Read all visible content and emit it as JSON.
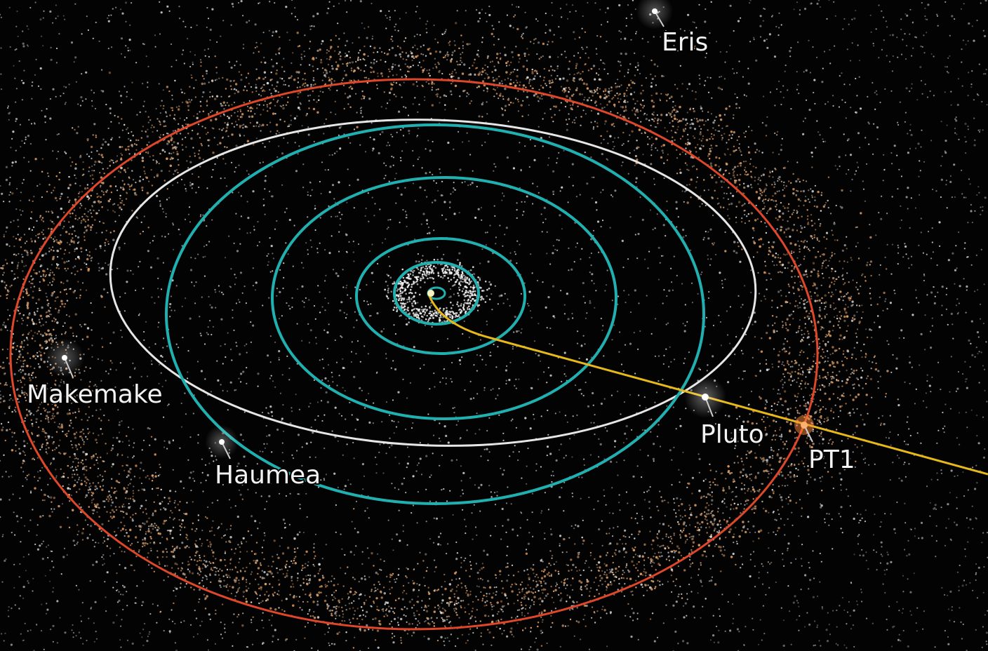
{
  "diagram": {
    "background_color": "#030303",
    "colors": {
      "planet_orbits": "#21b0b0",
      "pluto_orbit": "#e6e6e6",
      "spacecraft_trajectory": "#e6b81a",
      "pt1_orbit": "#e0472a",
      "kuiper_belt_dust": "#d89a62",
      "scattered_objects": "#d8d8d8"
    },
    "objects": [
      {
        "id": "eris",
        "label": "Eris"
      },
      {
        "id": "makemake",
        "label": "Makemake"
      },
      {
        "id": "haumea",
        "label": "Haumea"
      },
      {
        "id": "pluto",
        "label": "Pluto"
      },
      {
        "id": "pt1",
        "label": "PT1"
      }
    ]
  }
}
